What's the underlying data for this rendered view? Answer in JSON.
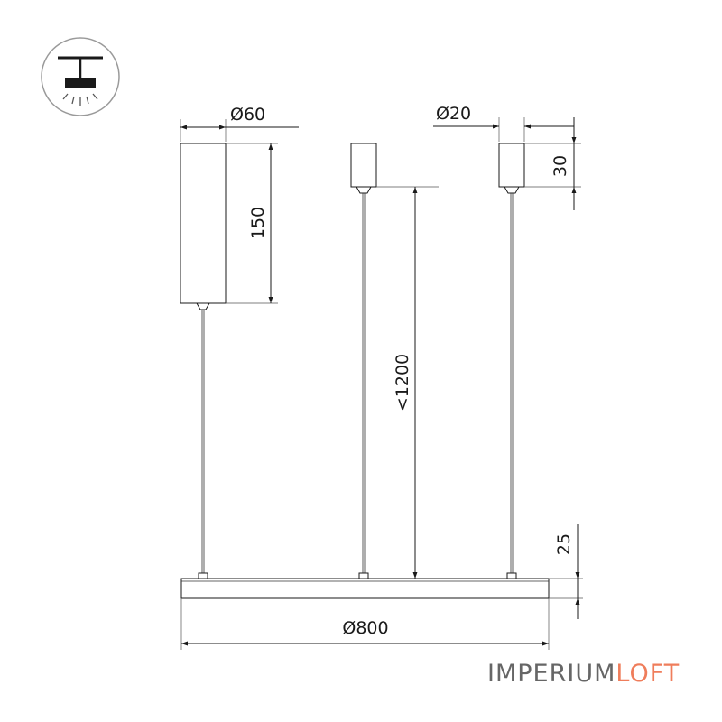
{
  "dimensions": {
    "canopy_large_diameter": "Ø60",
    "canopy_small_diameter": "Ø20",
    "canopy_large_height": "150",
    "canopy_small_height": "30",
    "suspension_length": "<1200",
    "fixture_height": "25",
    "fixture_diameter": "Ø800"
  },
  "brand": {
    "part1": "IMPERIUM",
    "part2": "LOFT",
    "color1": "#666666",
    "color2": "#ef7d5b"
  },
  "icons": {
    "mount_type": "pendant-mount-icon"
  }
}
